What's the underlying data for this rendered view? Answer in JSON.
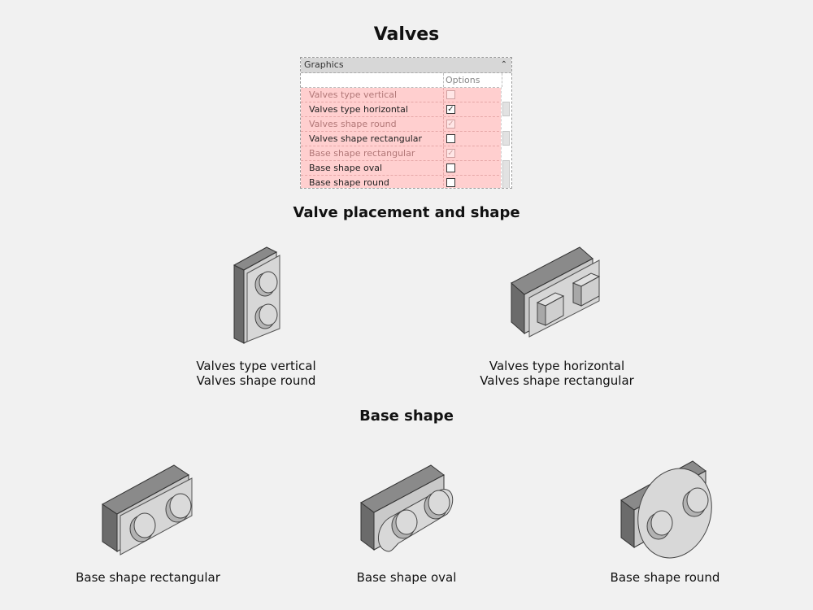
{
  "page": {
    "title": "Valves",
    "section_placement": "Valve placement and shape",
    "section_base": "Base shape"
  },
  "panel": {
    "header": "Graphics",
    "column_header": "Options",
    "rows": [
      {
        "label": "Valves type vertical",
        "checked": false,
        "disabled": true
      },
      {
        "label": "Valves type horizontal",
        "checked": true,
        "disabled": false
      },
      {
        "label": "Valves shape round",
        "checked": true,
        "disabled": true
      },
      {
        "label": "Valves shape rectangular",
        "checked": false,
        "disabled": false
      },
      {
        "label": "Base shape rectangular",
        "checked": true,
        "disabled": true
      },
      {
        "label": "Base shape oval",
        "checked": false,
        "disabled": false
      },
      {
        "label": "Base shape round",
        "checked": false,
        "disabled": false
      }
    ]
  },
  "figures": {
    "vertical": {
      "line1": "Valves type vertical",
      "line2": "Valves shape round"
    },
    "horizontal": {
      "line1": "Valves type horizontal",
      "line2": "Valves shape rectangular"
    },
    "base_rect": {
      "label": "Base shape rectangular"
    },
    "base_oval": {
      "label": "Base shape oval"
    },
    "base_round": {
      "label": "Base shape round"
    }
  },
  "colors": {
    "background": "#f1f1f1",
    "row_highlight": "#ffcfcf",
    "block_dark": "#6b6b6b",
    "block_light": "#cfcfcf"
  }
}
